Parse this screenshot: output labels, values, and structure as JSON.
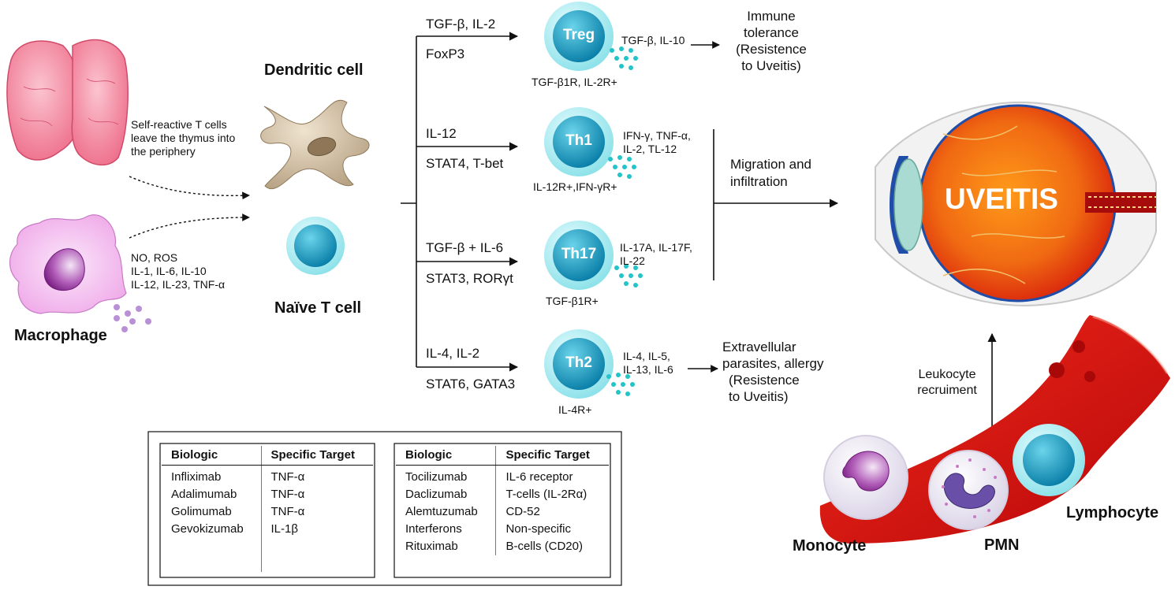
{
  "organs": {
    "thymus_note": [
      "Self-reactive T cells",
      "leave the thymus into",
      "the periphery"
    ],
    "macrophage_label": "Macrophage",
    "macrophage_products": [
      "NO, ROS",
      "IL-1, IL-6, IL-10",
      "IL-12, IL-23, TNF-α"
    ],
    "dendritic_label": "Dendritic cell",
    "naive_label": "Naïve T cell"
  },
  "branches": [
    {
      "cell": "Treg",
      "signal_top": "TGF-β, IL-2",
      "signal_bottom": "FoxP3",
      "receptor": "TGF-β1R, IL-2R+",
      "secretes": [
        "TGF-β, IL-10"
      ],
      "outcome": [
        "Immune",
        "tolerance",
        "(Resistence",
        "to Uveitis)"
      ]
    },
    {
      "cell": "Th1",
      "signal_top": "IL-12",
      "signal_bottom": "STAT4, T-bet",
      "receptor": "IL-12R+,IFN-γR+",
      "secretes": [
        "IFN-γ, TNF-α,",
        "IL-2, TL-12"
      ]
    },
    {
      "cell": "Th17",
      "signal_top": "TGF-β + IL-6",
      "signal_bottom": "STAT3, RORγt",
      "receptor": "TGF-β1R+",
      "secretes": [
        "IL-17A, IL-17F,",
        "IL-22"
      ]
    },
    {
      "cell": "Th2",
      "signal_top": "IL-4, IL-2",
      "signal_bottom": "STAT6, GATA3",
      "receptor": "IL-4R+",
      "secretes": [
        "IL-4, IL-5,",
        "IL-13, IL-6"
      ],
      "outcome": [
        "Extravellular",
        "parasites, allergy",
        "(Resistence",
        "to Uveitis)"
      ]
    }
  ],
  "migration": [
    "Migration and",
    "infiltration"
  ],
  "eye_label": "UVEITIS",
  "recruitment": [
    "Leukocyte",
    "recruiment"
  ],
  "blood_cells": {
    "monocyte": "Monocyte",
    "pmn": "PMN",
    "lymphocyte": "Lymphocyte"
  },
  "tables": [
    {
      "headers": [
        "Biologic",
        "Specific Target"
      ],
      "rows": [
        [
          "Infliximab",
          "TNF-α"
        ],
        [
          "Adalimumab",
          "TNF-α"
        ],
        [
          "Golimumab",
          "TNF-α"
        ],
        [
          "Gevokizumab",
          "IL-1β"
        ]
      ]
    },
    {
      "headers": [
        "Biologic",
        "Specific Target"
      ],
      "rows": [
        [
          "Tocilizumab",
          "IL-6 receptor"
        ],
        [
          "Daclizumab",
          "T-cells (IL-2Rα)"
        ],
        [
          "Alemtuzumab",
          "CD-52"
        ],
        [
          "Interferons",
          "Non-specific"
        ],
        [
          "Rituximab",
          "B-cells (CD20)"
        ]
      ]
    }
  ],
  "colors": {
    "tcell_ring": "#a8eef3",
    "tcell_core": "#12aac8",
    "cytokine_dot": "#22c4c9",
    "macrophage_dot": "#b98fd6",
    "thymus": "#f07a96",
    "vessel": "#d8140c",
    "eye_iris": "#f05a14"
  }
}
